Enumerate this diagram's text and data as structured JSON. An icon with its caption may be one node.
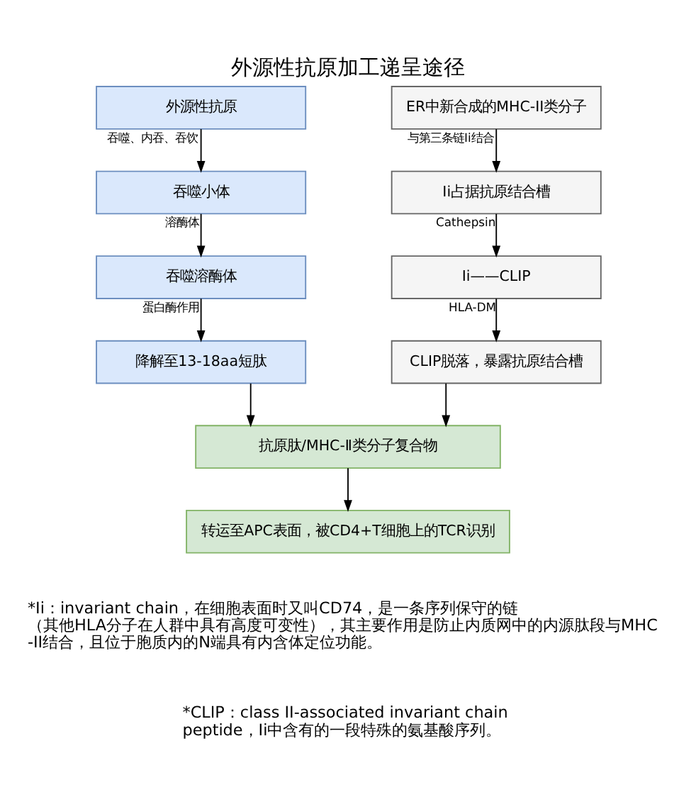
{
  "diagram": {
    "title": "外源性抗原加工递呈途径",
    "nodes": [
      {
        "text": [
          "外源性抗原"
        ]
      },
      {
        "text": [
          "吞噬小体"
        ]
      },
      {
        "text": [
          "吞噬溶酶体"
        ]
      },
      {
        "text": [
          "降解至13-18aa短肽"
        ]
      },
      {
        "text": [
          "ER中新合成的MHC-II类分子"
        ]
      },
      {
        "text": [
          "Ii占据抗原结合槽"
        ]
      },
      {
        "text": [
          "Ii——CLIP"
        ]
      },
      {
        "text": [
          "CLIP脱落，暴露抗原结合槽"
        ]
      },
      {
        "text": [
          "抗原肽/MHC-Ⅱ类分子复合物"
        ]
      },
      {
        "text": [
          "转运至APC表面，被CD4+T细胞上的TCR识别"
        ]
      }
    ],
    "edges": [
      {
        "from": 0,
        "to": 1,
        "arrow": "to",
        "label": "吞噬、内吞、吞饮"
      },
      {
        "from": 1,
        "to": 2,
        "arrow": "to",
        "label": "溶酶体"
      },
      {
        "from": 2,
        "to": 3,
        "arrow": "to",
        "label": "蛋白酶作用"
      },
      {
        "from": 4,
        "to": 5,
        "arrow": "to",
        "label": "与第三条链Ii结合"
      },
      {
        "from": 5,
        "to": 6,
        "arrow": "to",
        "label": "Cathepsin"
      },
      {
        "from": 6,
        "to": 7,
        "arrow": "to",
        "label": "HLA-DM"
      },
      {
        "from": 3,
        "to": 8,
        "arrow": "to"
      },
      {
        "from": 7,
        "to": 8,
        "arrow": "to"
      },
      {
        "from": 8,
        "to": 9,
        "arrow": "to"
      }
    ],
    "labels": [
      "*Ii：invariant chain，在细胞表面时又叫CD74，是一条序列保守的链（其他HLA分子在人群中具有高度可变性），其主要作用是防止内质网中的内源肽段与MHC-II结合，且位于胞质内的N端具有内含体定位功能。",
      "*CLIP：class II-associated invariant chain peptide，Ii中含有的一段特殊的氨基酸序列。"
    ]
  }
}
